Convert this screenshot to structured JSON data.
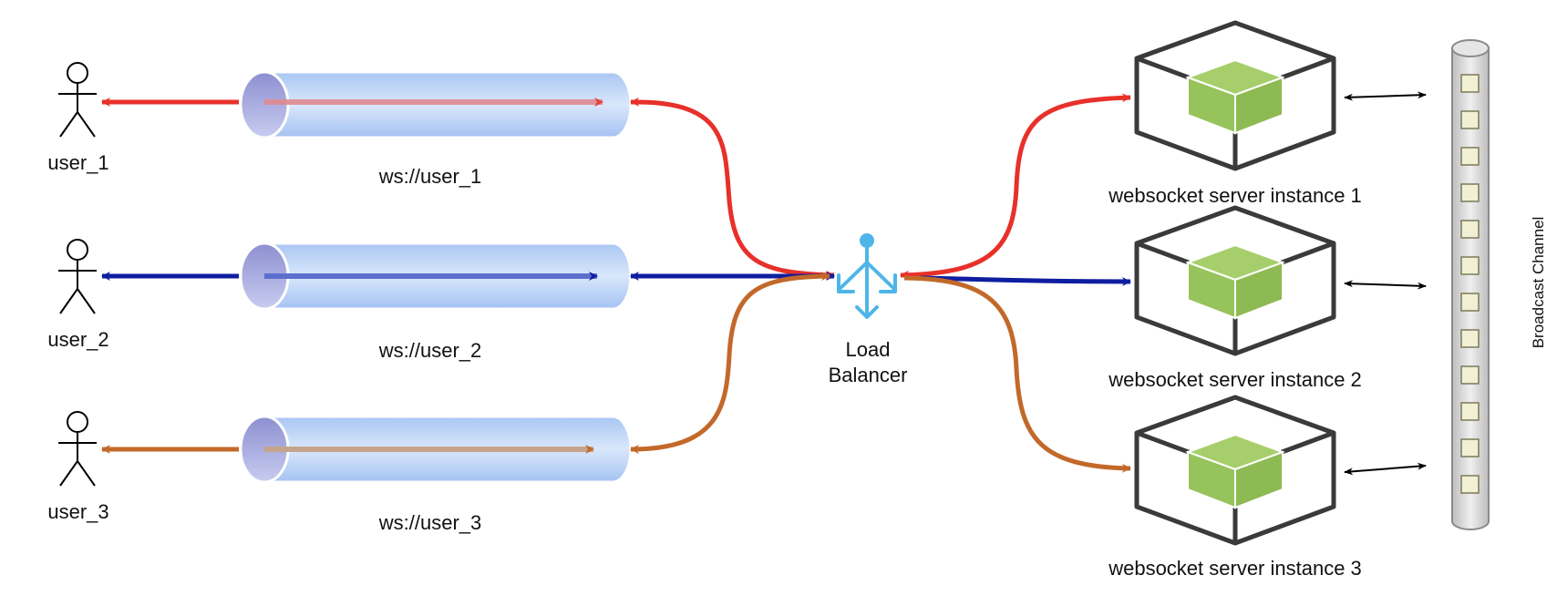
{
  "users": [
    {
      "label": "user_1",
      "color": "#e8302a"
    },
    {
      "label": "user_2",
      "color": "#0f1ea0"
    },
    {
      "label": "user_3",
      "color": "#c2692a"
    }
  ],
  "pipes": [
    {
      "label": "ws://user_1"
    },
    {
      "label": "ws://user_2"
    },
    {
      "label": "ws://user_3"
    }
  ],
  "load_balancer": {
    "label_line1": "Load",
    "label_line2": "Balancer",
    "icon": "load-balancer-icon",
    "color": "#4db6e8"
  },
  "servers": [
    {
      "label": "websocket server instance 1"
    },
    {
      "label": "websocket server instance 2"
    },
    {
      "label": "websocket server instance 3"
    }
  ],
  "channel": {
    "label": "Broadcast Channel"
  },
  "colors": {
    "pipe_fill": "#b8d2f6",
    "cube_green": "#97c35c",
    "server_outline": "#3a3a3a",
    "channel_fill": "#e2e2e2",
    "slot_fill": "#f1efd4"
  }
}
